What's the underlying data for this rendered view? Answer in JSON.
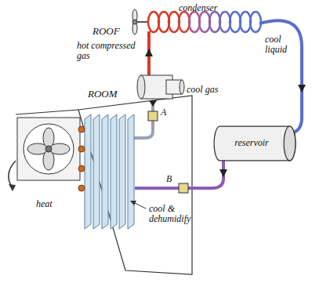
{
  "diagram": {
    "nodes": [
      {
        "text": [
          "reservoir"
        ]
      }
    ],
    "labels": [
      "ROOF",
      "condenser",
      "hot compressed gas",
      "cool liquid",
      "cool gas",
      "A",
      "ROOM",
      "B",
      "heat",
      "cool & dehumidify"
    ]
  }
}
